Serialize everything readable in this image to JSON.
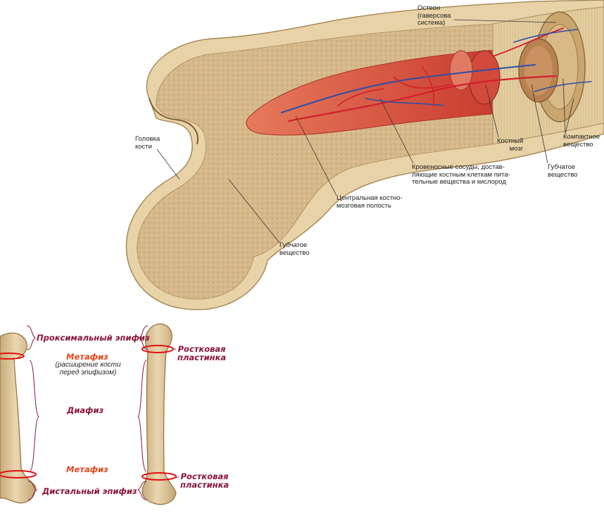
{
  "top_labels": {
    "osteon": "Остеон\n(гаверсова\nсистема)",
    "head": "Головка\nкости",
    "marrow": "Костный\nмозг",
    "compact": "Компактное\nвещество",
    "vessels": "Кровеносные сосуды, достав-\nляющие костным клеткам пита-\nтельные вещества и кислород",
    "spongy_right": "Губчатое\nвещество",
    "cavity": "Центральная костно-\nмозговая полость",
    "spongy_left": "Губчатое\nвещество"
  },
  "bottom_labels": {
    "proximal": "Проксимальный эпифиз",
    "metaphysis_top": "Метафиз",
    "metaphysis_note": "(расширение кости\nперед эпифизом)",
    "diaphysis": "Диафиз",
    "metaphysis_bottom": "Метафиз",
    "distal": "Дистальный эпифиз",
    "growth_plate_top": "Ростковая\nпластинка",
    "growth_plate_bottom": "Ростковая\nпластинка"
  },
  "colors": {
    "bone": "#d9bf92",
    "bone_dark": "#b99d6c",
    "marrow": "#d9533f",
    "vessel_red": "#d21f2b",
    "vessel_blue": "#2e4fa8",
    "label_maroon": "#8a1538",
    "label_orange": "#e2461d",
    "ring_red": "#e01010"
  }
}
